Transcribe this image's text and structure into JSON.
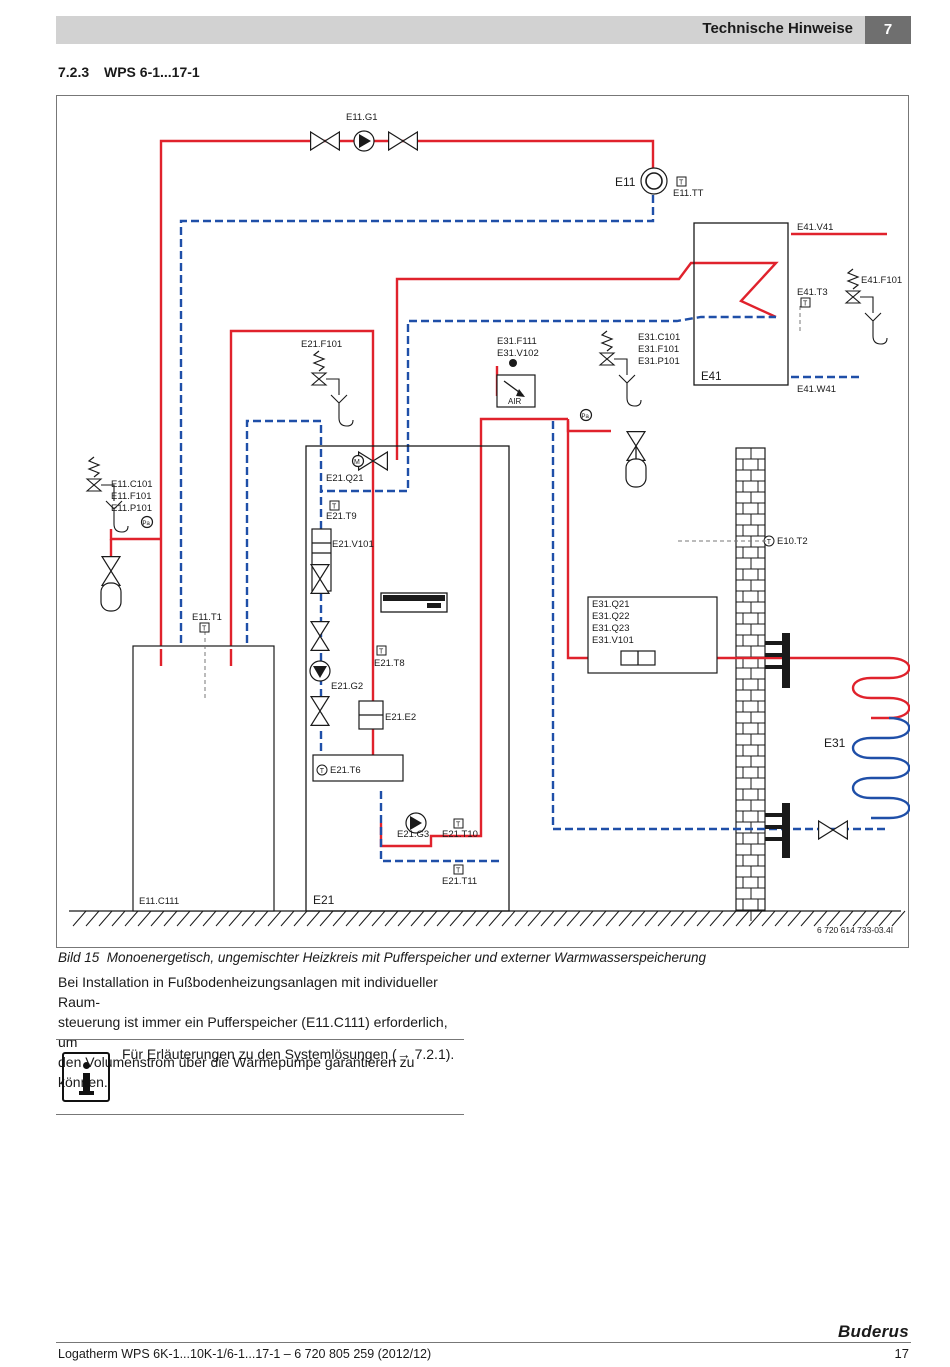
{
  "header": {
    "title": "Technische Hinweise",
    "chapter": "7"
  },
  "section": {
    "number": "7.2.3",
    "title": "WPS 6-1...17-1"
  },
  "diagram": {
    "ref": "6 720 614 733-03.4I",
    "labels": {
      "e11g1": "E11.G1",
      "e11": "E11",
      "e11tt": "E11.TT",
      "t": "T",
      "e41v41": "E41.V41",
      "e41t3": "E41.T3",
      "e41f101": "E41.F101",
      "e41": "E41",
      "e41w41": "E41.W41",
      "e21f101": "E21.F101",
      "e31f111": "E31.F111",
      "e31v102": "E31.V102",
      "air": "AIR",
      "e31c101": "E31.C101",
      "e31f101": "E31.F101",
      "e31p101": "E31.P101",
      "pa": "Pa",
      "m": "M",
      "e21q21": "E21.Q21",
      "e21t9": "E21.T9",
      "e21v101": "E21.V101",
      "e11c101": "E11.C101",
      "e11f101": "E11.F101",
      "e11p101": "E11.P101",
      "e10t2": "E10.T2",
      "e11t1": "E11.T1",
      "e31q21": "E31.Q21",
      "e31q22": "E31.Q22",
      "e31q23": "E31.Q23",
      "e31v101": "E31.V101",
      "e21t8": "E21.T8",
      "e21g2": "E21.G2",
      "e21e2": "E21.E2",
      "e31": "E31",
      "e21t6": "E21.T6",
      "e21g3": "E21.G3",
      "e21t10": "E21.T10",
      "e21t11": "E21.T11",
      "e11c111": "E11.C111",
      "e21": "E21"
    }
  },
  "caption": {
    "label": "Bild 15",
    "text": "Monoenergetisch, ungemischter Heizkreis mit Pufferspeicher und externer Warmwasserspeicherung"
  },
  "body": {
    "line1": "Bei Installation in Fußbodenheizungsanlagen mit individueller Raum-",
    "line2": "steuerung ist immer ein Pufferspeicher (E11.C111) erforderlich, um",
    "line3": "den Volumenstrom über die Wärmepumpe garantieren zu können."
  },
  "note": {
    "icon": "info-icon",
    "text": "Für Erläuterungen zu den Systemlösungen (→ 7.2.1)."
  },
  "footer": {
    "brand": "Buderus",
    "text": "Logatherm WPS 6K-1...10K-1/6-1...17-1 – 6 720 805 259 (2012/12)",
    "page": "17"
  },
  "colors": {
    "supply": "#e0222c",
    "return": "#1f4fa8",
    "header_bg": "#d2d2d2",
    "chapter_bg": "#6f6f6f"
  }
}
